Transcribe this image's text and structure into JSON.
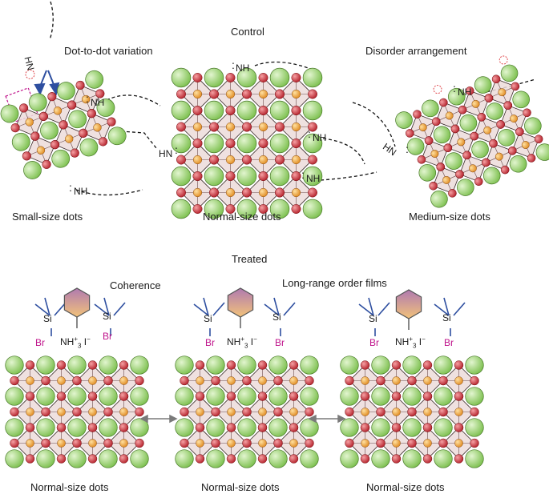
{
  "control": {
    "title": "Control",
    "annotation_left": "Dot-to-dot variation",
    "annotation_right": "Disorder arrangement",
    "ligand_labels": [
      "NH",
      "NH",
      "NH",
      "NH",
      "NH",
      "HN",
      "HN",
      "HN"
    ],
    "dot_labels": [
      "Small-size dots",
      "Normal-size dots",
      "Medium-size dots"
    ]
  },
  "treated": {
    "title": "Treated",
    "annotation_left": "Coherence",
    "annotation_center": "Long-range order films",
    "silane_label": "Si",
    "halide_label": "Br",
    "ammonium_label": "NH",
    "ammonium_sup": "+",
    "ammonium_sub": "3",
    "iodide_label": "I",
    "iodide_sup": "−",
    "dot_labels": [
      "Normal-size dots",
      "Normal-size dots",
      "Normal-size dots"
    ]
  },
  "colors": {
    "cation": "#8ccf5e",
    "halide": "#d8343f",
    "metal": "#f0a23c",
    "octahedron": "#ead5d3",
    "vacancy": "#e0474c",
    "bromine": "#c0158c",
    "arrow": "#7a7a7a",
    "blue_arrow": "#2e4fa0"
  }
}
